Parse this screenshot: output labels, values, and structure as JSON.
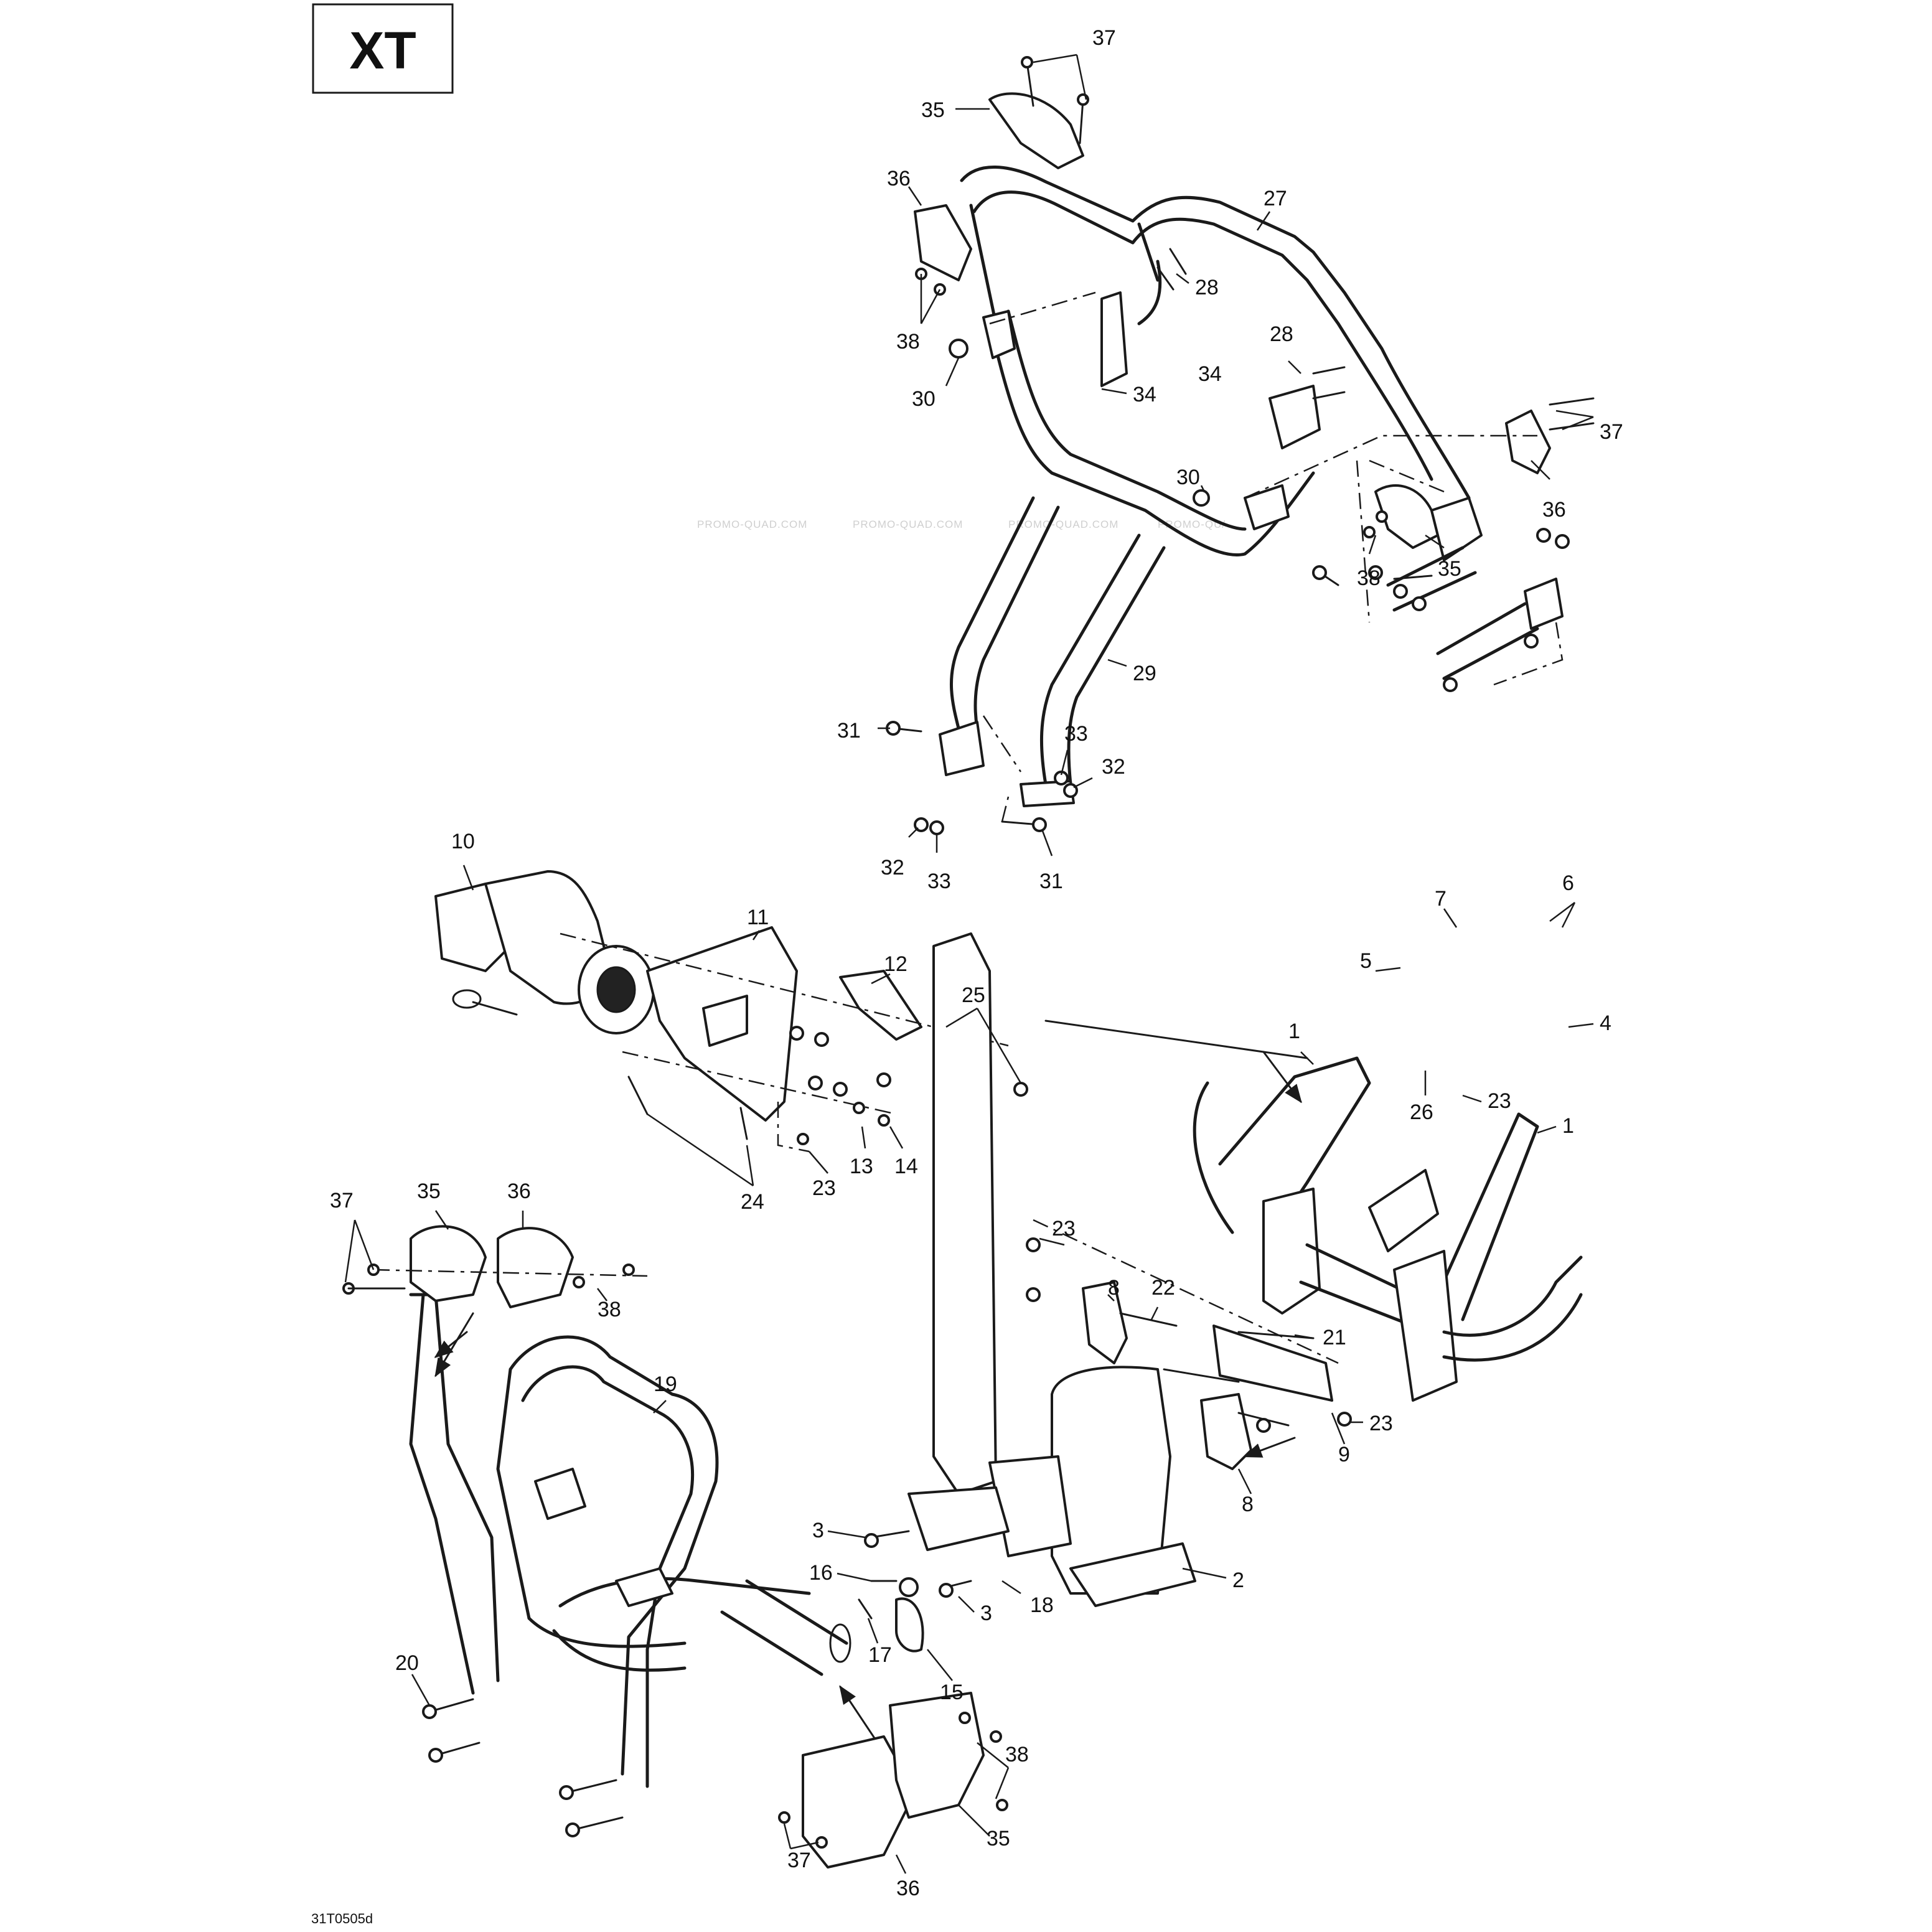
{
  "header": {
    "model_label": "XT"
  },
  "footer": {
    "figure_code": "31T0505d"
  },
  "watermarks": [
    "PROMO-QUAD.COM",
    "PROMO-QUAD.COM",
    "PROMO-QUAD.COM",
    "PROMO-QU/"
  ],
  "callouts": [
    "37",
    "35",
    "36",
    "27",
    "28",
    "38",
    "30",
    "34",
    "28",
    "34",
    "37",
    "30",
    "36",
    "38",
    "35",
    "29",
    "31",
    "33",
    "32",
    "32",
    "33",
    "31",
    "10",
    "11",
    "12",
    "25",
    "7",
    "6",
    "5",
    "4",
    "1",
    "23",
    "26",
    "1",
    "13",
    "14",
    "23",
    "24",
    "37",
    "35",
    "36",
    "38",
    "23",
    "8",
    "22",
    "21",
    "23",
    "9",
    "8",
    "19",
    "3",
    "16",
    "18",
    "2",
    "3",
    "17",
    "15",
    "20",
    "38",
    "35",
    "37",
    "36"
  ]
}
